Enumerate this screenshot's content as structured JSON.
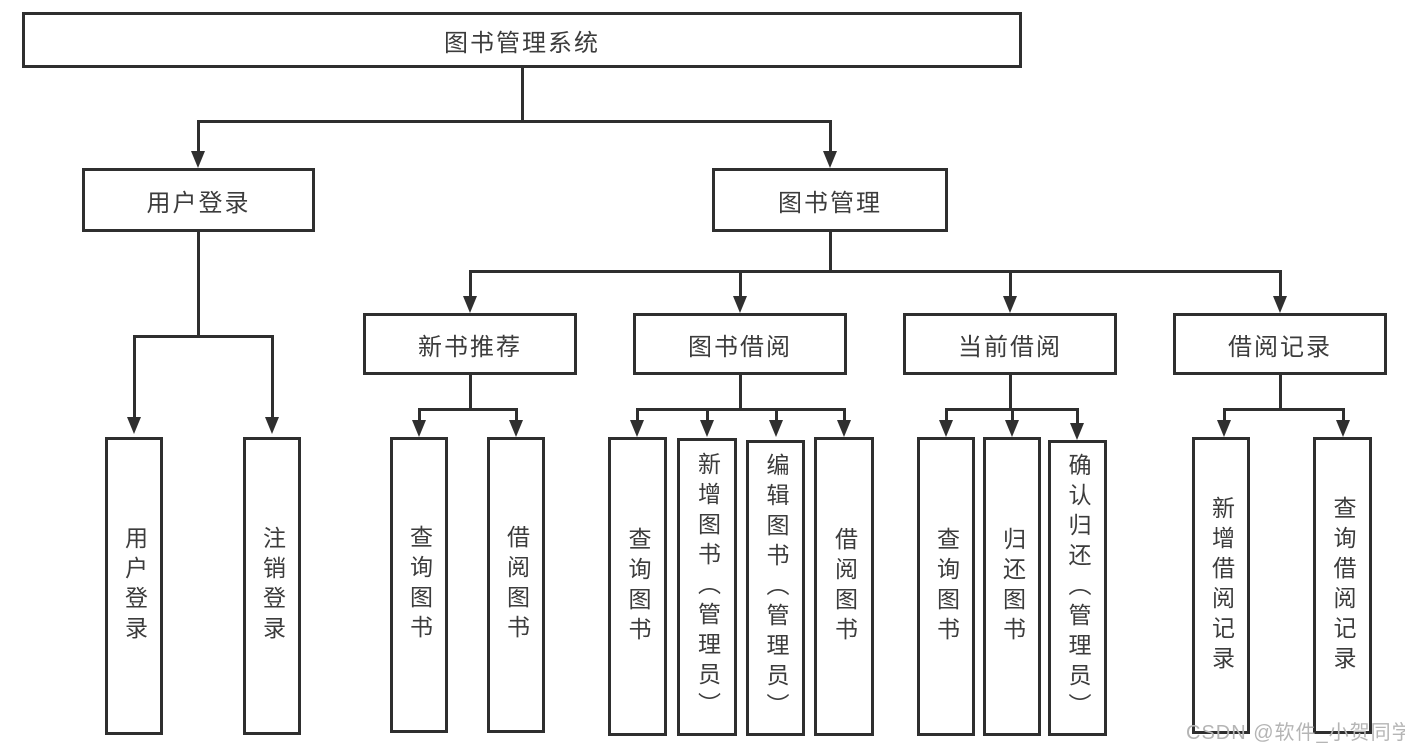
{
  "diagram_title": "图书管理系统",
  "colors": {
    "line": "#2f2f2f",
    "border": "#2f2f2f",
    "text": "#3c3c3c",
    "background": "#ffffff",
    "watermark": "#b5b5b5"
  },
  "nodes": {
    "root": "图书管理系统",
    "userLogin": "用户登录",
    "bookManagement": "图书管理",
    "loginAction": "用户登录",
    "logoutAction": "注销登录",
    "newBookRec": "新书推荐",
    "bookBorrowing": "图书借阅",
    "currentBorrowing": "当前借阅",
    "borrowingRecords": "借阅记录",
    "nbQueryBooks": "查询图书",
    "nbBorrowBooks": "借阅图书",
    "bbQueryBooks": "查询图书",
    "bbAddBooks": "新增图书（管理员）",
    "bbEditBooks": "编辑图书（管理员）",
    "bbBorrowBooks": "借阅图书",
    "cbQueryBooks": "查询图书",
    "cbReturnBooks": "归还图书",
    "cbConfirmReturn": "确认归还（管理员）",
    "brAddRecord": "新增借阅记录",
    "brQueryRecord": "查询借阅记录"
  },
  "watermark": {
    "text": "CSDN @软件_小贺同学"
  }
}
